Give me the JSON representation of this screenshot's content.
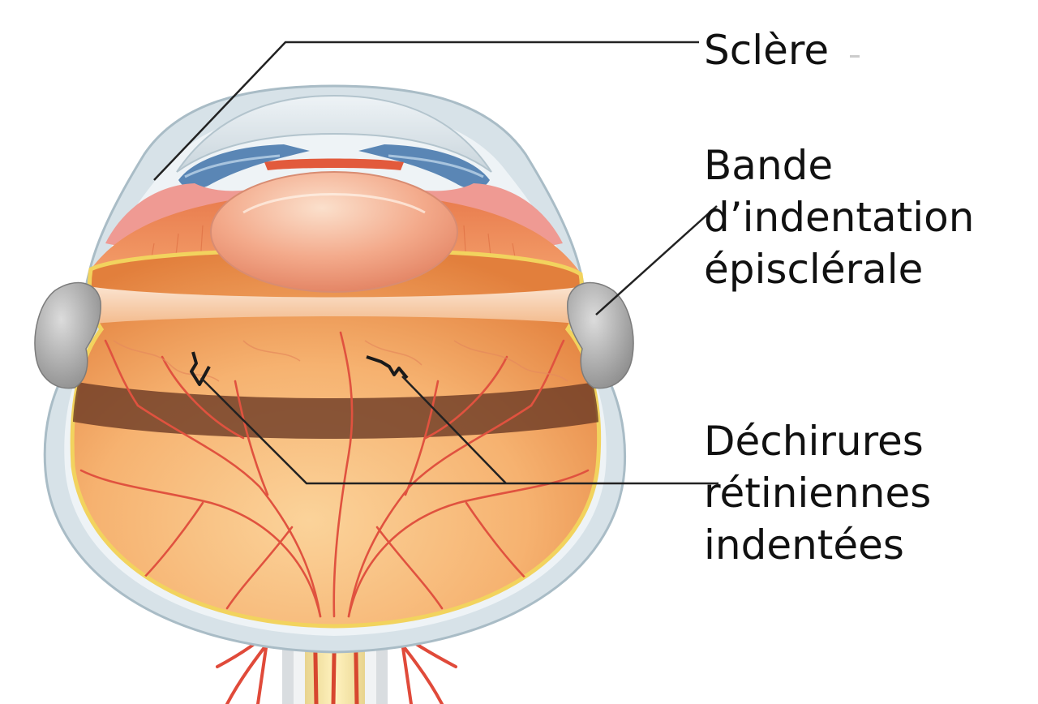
{
  "labels": {
    "sclera": "Sclère",
    "band": [
      "Bande",
      "d’indentation",
      "épisclérale"
    ],
    "tears": [
      "Déchirures",
      "rétiniennes",
      "indentées"
    ]
  }
}
